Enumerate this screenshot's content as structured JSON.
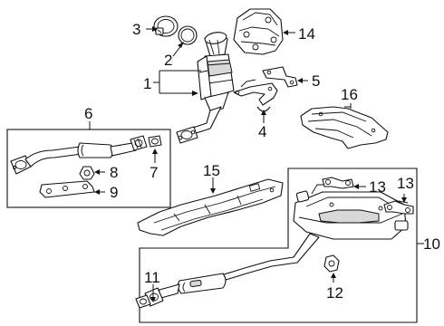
{
  "callouts": {
    "c1": "1",
    "c2": "2",
    "c3": "3",
    "c4": "4",
    "c5": "5",
    "c6": "6",
    "c7": "7",
    "c8": "8",
    "c9": "9",
    "c10": "10",
    "c11": "11",
    "c12": "12",
    "c13a": "13",
    "c13b": "13",
    "c14": "14",
    "c15": "15",
    "c16": "16"
  }
}
